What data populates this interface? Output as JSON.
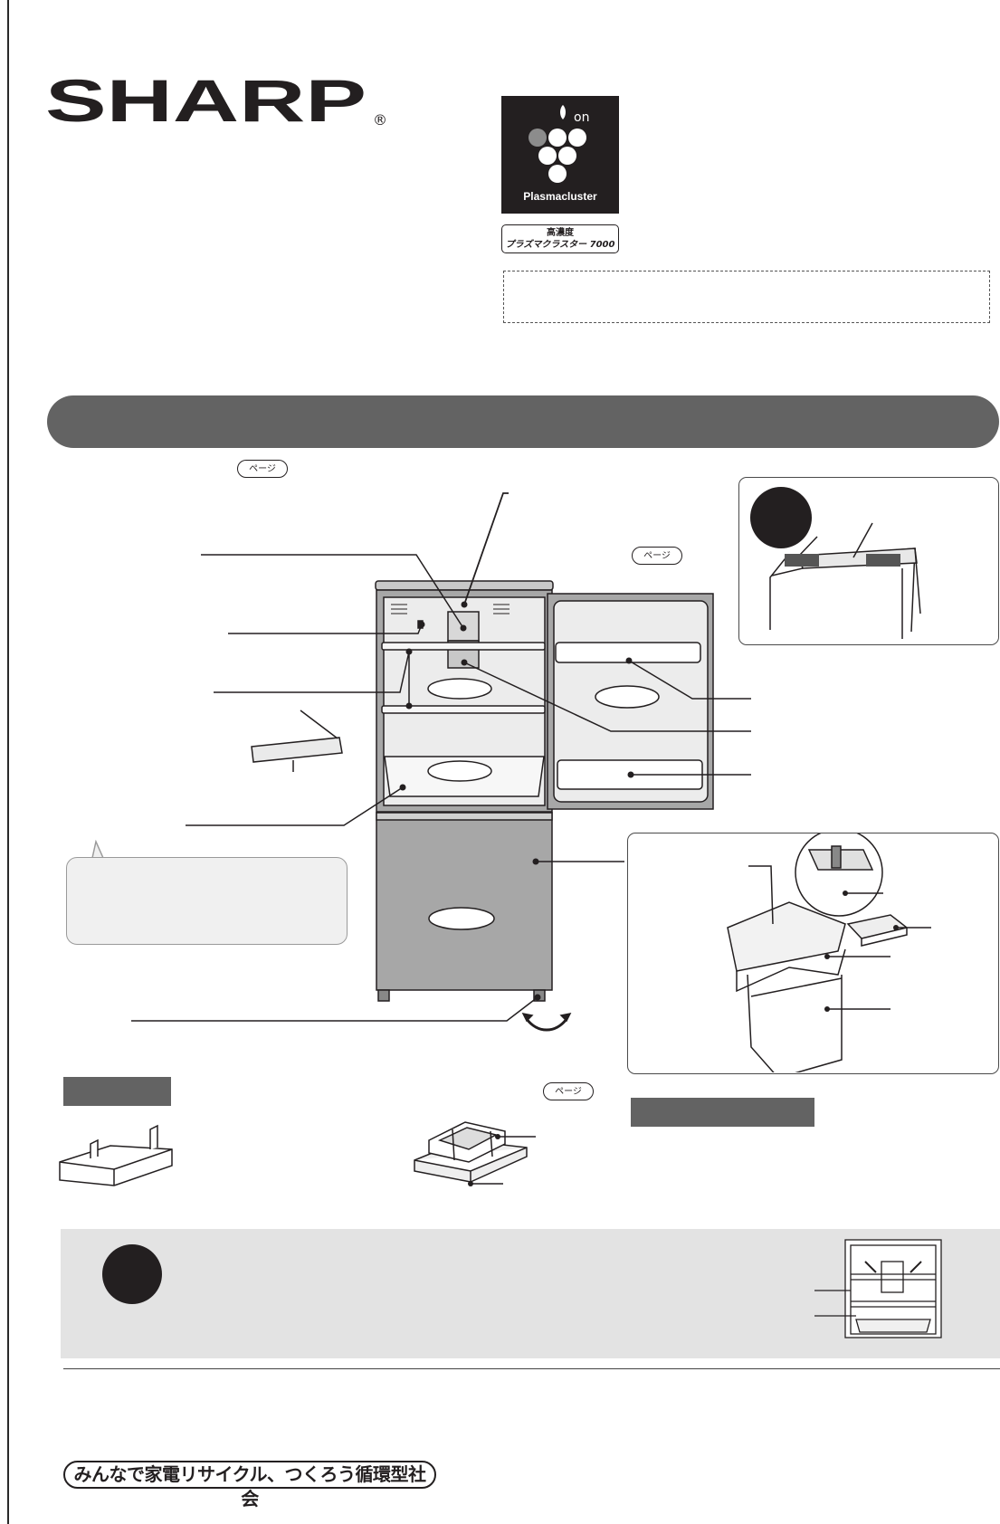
{
  "brand": {
    "logo_text": "SHARP",
    "registered_mark": "®"
  },
  "plasmacluster": {
    "ion_text": "on",
    "logo_text": "Plasmacluster",
    "badge_line1": "高濃度",
    "badge_line2": "プラズマクラスター",
    "badge_number": "7000"
  },
  "page_pills": {
    "label": "ページ"
  },
  "recycle_slogan": "みんなで家電リサイクル、つくろう循環型社会",
  "colors": {
    "title_bar": "#636363",
    "fridge_body": "#a7a7a7",
    "notice_bg": "#e3e3e3",
    "callout_bg": "#f0f0f0",
    "ink": "#231f20"
  },
  "icons": {
    "logo": "sharp-logo-icon",
    "plasmacluster": "plasmacluster-logo-icon",
    "fridge": "refrigerator-diagram-icon",
    "top_detail": "top-vent-detail-icon",
    "ice_tray": "ice-tray-box-icon",
    "egg_holder": "egg-holder-icon",
    "tray_set": "tray-set-icon",
    "notice_fridge": "fridge-interior-icon",
    "rotate": "rotate-arrows-icon"
  }
}
